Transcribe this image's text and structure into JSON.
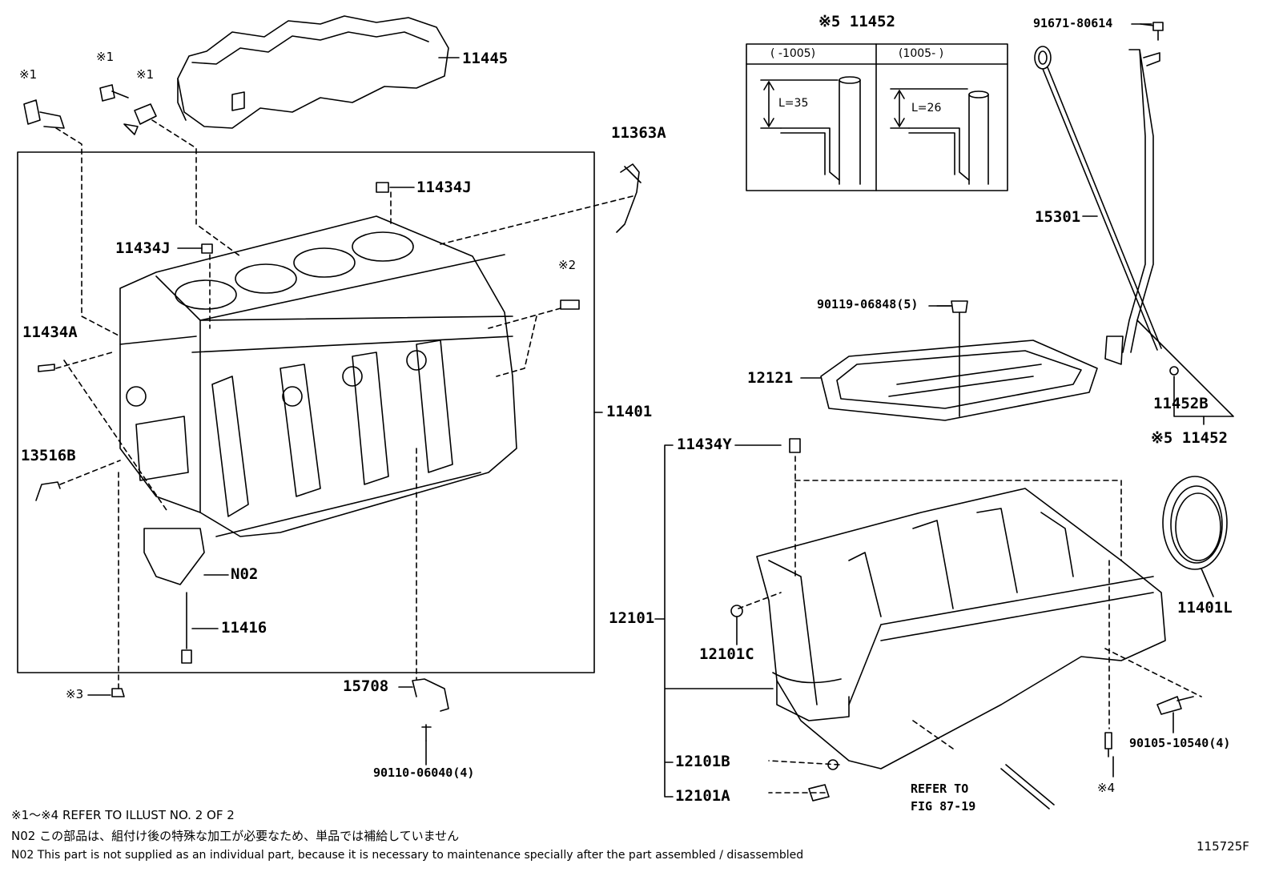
{
  "labels": {
    "p11445": "11445",
    "p11363a": "11363A",
    "p11434j_top": "11434J",
    "p11434j_left": "11434J",
    "p11434a": "11434A",
    "p13516b": "13516B",
    "p11401": "11401",
    "pN02": "N02",
    "p11416": "11416",
    "p15708": "15708",
    "p90110": "90110-06040(4)",
    "p11452_top": "※5 11452",
    "p91671": "91671-80614",
    "p15301": "15301",
    "p90119": "90119-06848(5)",
    "p12121": "12121",
    "p11452b": "11452B",
    "p11452_bot": "※5 11452",
    "p11434y": "11434Y",
    "p12101": "12101",
    "p12101c": "12101C",
    "p12101b": "12101B",
    "p12101a": "12101A",
    "p11401l": "11401L",
    "p90105": "90105-10540(4)",
    "refer1": "REFER TO",
    "refer2": "FIG 87-19",
    "mark1a": "※1",
    "mark1b": "※1",
    "mark1c": "※1",
    "mark2": "※2",
    "mark3": "※3",
    "mark4": "※4"
  },
  "inset": {
    "col1": "(     -1005)",
    "col2": "(1005-     )",
    "len1": "L=35",
    "len2": "L=26"
  },
  "notes": {
    "line1": "※1～※4  REFER TO ILLUST NO. 2 OF 2",
    "line2": "N02  この部品は、組付け後の特殊な加工が必要なため、単品では補給していません",
    "line3": "N02  This part is not supplied as an individual part, because it is necessary to maintenance specially after the part assembled / disassembled",
    "figno": "115725F"
  }
}
